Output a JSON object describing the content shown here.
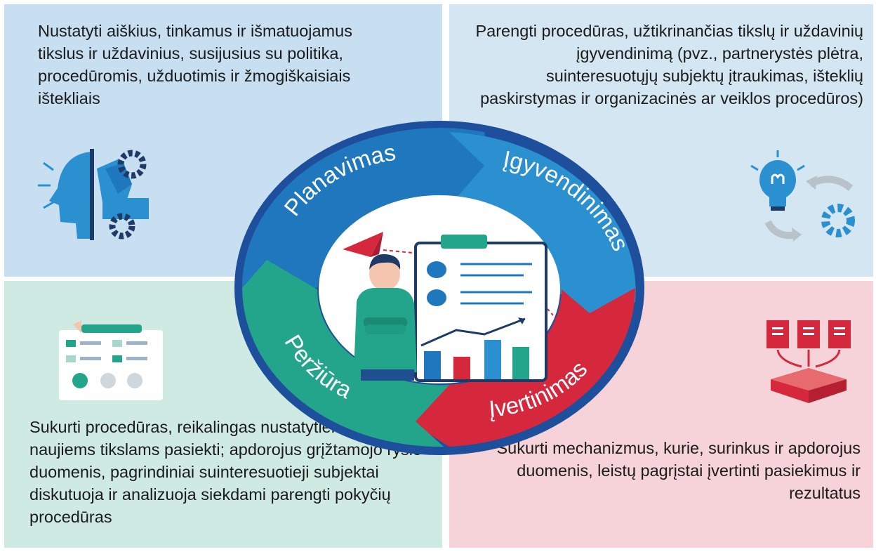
{
  "quadrants": {
    "planning": {
      "text": "Nustatyti aiškius, tinkamus ir išmatuojamus tikslus ir uždavinius, susijusius su politika, procedūromis, užduotimis ir žmogiškaisiais ištekliais"
    },
    "implementation": {
      "text": "Parengti procedūras, užtikrinančias tikslų ir uždavinių įgyvendinimą (pvz., partnerystės plėtra,  suinteresuotųjų subjektų įtraukimas, išteklių paskirstymas ir organizacinės ar veiklos procedūros)"
    },
    "review": {
      "text": "Sukurti procedūras, reikalingas nustatytiems ir (arba) naujiems tikslams pasiekti; apdorojus grįžtamojo ryšio duomenis, pagrindiniai suinteresuotieji subjektai diskutuoja ir analizuoja siekdami parengti pokyčių procedūras"
    },
    "evaluation": {
      "text": "Sukurti mechanizmus, kurie, surinkus ir apdorojus duomenis, leistų pagrįstai įvertinti pasiekimus ir rezultatus"
    }
  },
  "cycle": {
    "stages": [
      "Planavimas",
      "Įgyvendinimas",
      "Įvertinimas",
      "Peržiūra"
    ]
  },
  "colors": {
    "planning": "#1f77bd",
    "implementation": "#2a90cf",
    "evaluation": "#d6283d",
    "review": "#22a58a",
    "ring_outer": "#1e4f9c"
  },
  "icons": [
    "head-gears-icon",
    "lightbulb-cycle-icon",
    "checklist-feedback-icon",
    "documents-merge-icon",
    "person-clipboard-chart-icon"
  ]
}
